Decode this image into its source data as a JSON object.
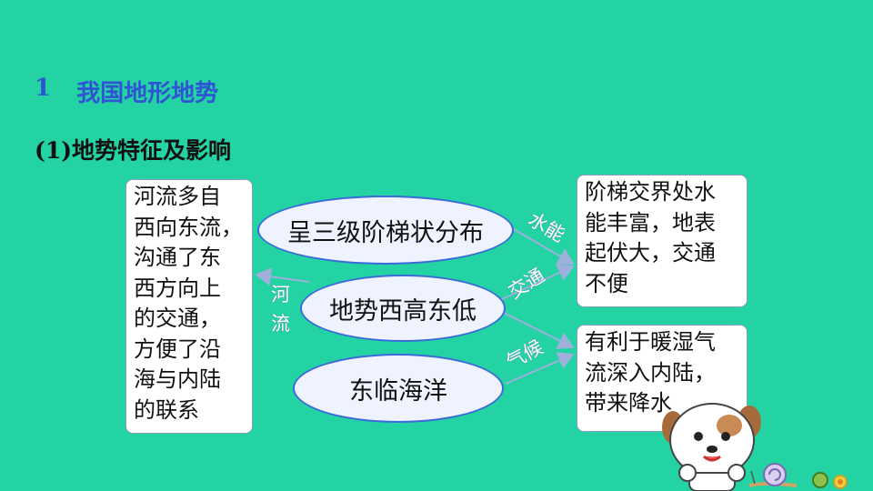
{
  "heading": {
    "number": "1",
    "title": "我国地形地势"
  },
  "subheading": "(1)地势特征及影响",
  "left_box": {
    "lines": [
      "河流多自",
      "西向东流，",
      "沟通了东",
      "西方向上",
      "的交通，",
      "方便了沿",
      "海与内陆",
      "的联系"
    ]
  },
  "ovals": {
    "top": "呈三级阶梯状分布",
    "middle": "地势西高东低",
    "bottom": "东临海洋"
  },
  "right_top_box": {
    "lines": [
      "阶梯交界处水",
      "能丰富，地表",
      "起伏大，交通",
      "不便"
    ]
  },
  "right_bottom_box": {
    "lines": [
      "有利于暖湿气",
      "流深入内陆，",
      "带来降水"
    ]
  },
  "edge_labels": {
    "river": [
      "河",
      "流"
    ],
    "hydro": "水能",
    "traffic": "交通",
    "climate": "气候"
  },
  "colors": {
    "background": "#23d3a3",
    "heading": "#2f55d4",
    "arrow": "#9fb0dc",
    "oval_border": "#3a6ad8"
  },
  "icons": [
    "puppy-mascot",
    "snail",
    "flower"
  ]
}
